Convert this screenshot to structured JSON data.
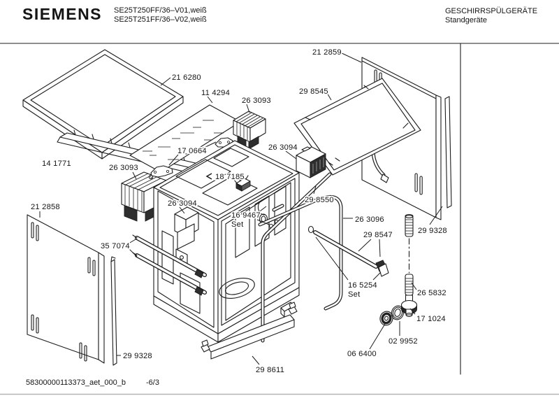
{
  "header": {
    "brand": "SIEMENS",
    "model_line1": "SE25T250FF/36–V01,weiß",
    "model_line2": "SE25T251FF/36–V02,weiß",
    "category": "GESCHIRRSPÜLGERÄTE",
    "device_type": "Standgeräte"
  },
  "footer": {
    "document_number": "58300000113373_aet_000_b",
    "page": "-6/3"
  },
  "parts": {
    "worktop": {
      "label": "21 6280"
    },
    "insulation_sheet": {
      "label": "11 4294"
    },
    "module_top": {
      "label": "26 3093"
    },
    "back_panel": {
      "label": "21 2859"
    },
    "cover_panel": {
      "label": "29 8545"
    },
    "base_frame": {
      "label": "14 1771"
    },
    "bracket": {
      "label": "17 0664"
    },
    "module_left": {
      "label": "26 3093"
    },
    "module_right": {
      "label": "26 3094"
    },
    "clip": {
      "label": "18 7185"
    },
    "side_panel_left": {
      "label": "21 2858"
    },
    "module_tub": {
      "label": "26 3094"
    },
    "hose_set": {
      "label": "16 9467",
      "suffix": "Set"
    },
    "supply_tube": {
      "label": "29 8550"
    },
    "door_gasket": {
      "label": "26 3096"
    },
    "strip_right": {
      "label": "29 9328"
    },
    "spray_pipe": {
      "label": "29 8547"
    },
    "rails": {
      "label": "35 7074"
    },
    "pipe_set": {
      "label": "16 5254",
      "suffix": "Set"
    },
    "spring": {
      "label": "26 5832"
    },
    "valve": {
      "label": "17 1024"
    },
    "washer": {
      "label": "02 9952"
    },
    "grommet": {
      "label": "06 6400"
    },
    "strip_left": {
      "label": "29 9328"
    },
    "plinth": {
      "label": "29 8611"
    }
  }
}
